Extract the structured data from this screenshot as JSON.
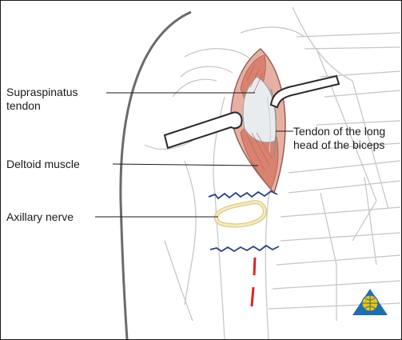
{
  "labels": {
    "supraspinatus": {
      "line1": "Supraspinatus",
      "line2": "tendon"
    },
    "tendon_biceps": {
      "line1": "Tendon of the long",
      "line2": "head of the biceps"
    },
    "deltoid": "Deltoid muscle",
    "axillary": "Axillary nerve"
  },
  "logo_icon": "ao-foundation-globe-logo",
  "colors": {
    "muscle": "#e3a08f",
    "muscle_dark": "#c9705f",
    "nerve": "#f3e3a0",
    "suture": "#2b3f8f",
    "incision": "#e0202a",
    "outline": "#b8b8b8",
    "body_outline": "#707070",
    "logo_blue": "#1e6fb0",
    "logo_yellow": "#f2c200"
  }
}
